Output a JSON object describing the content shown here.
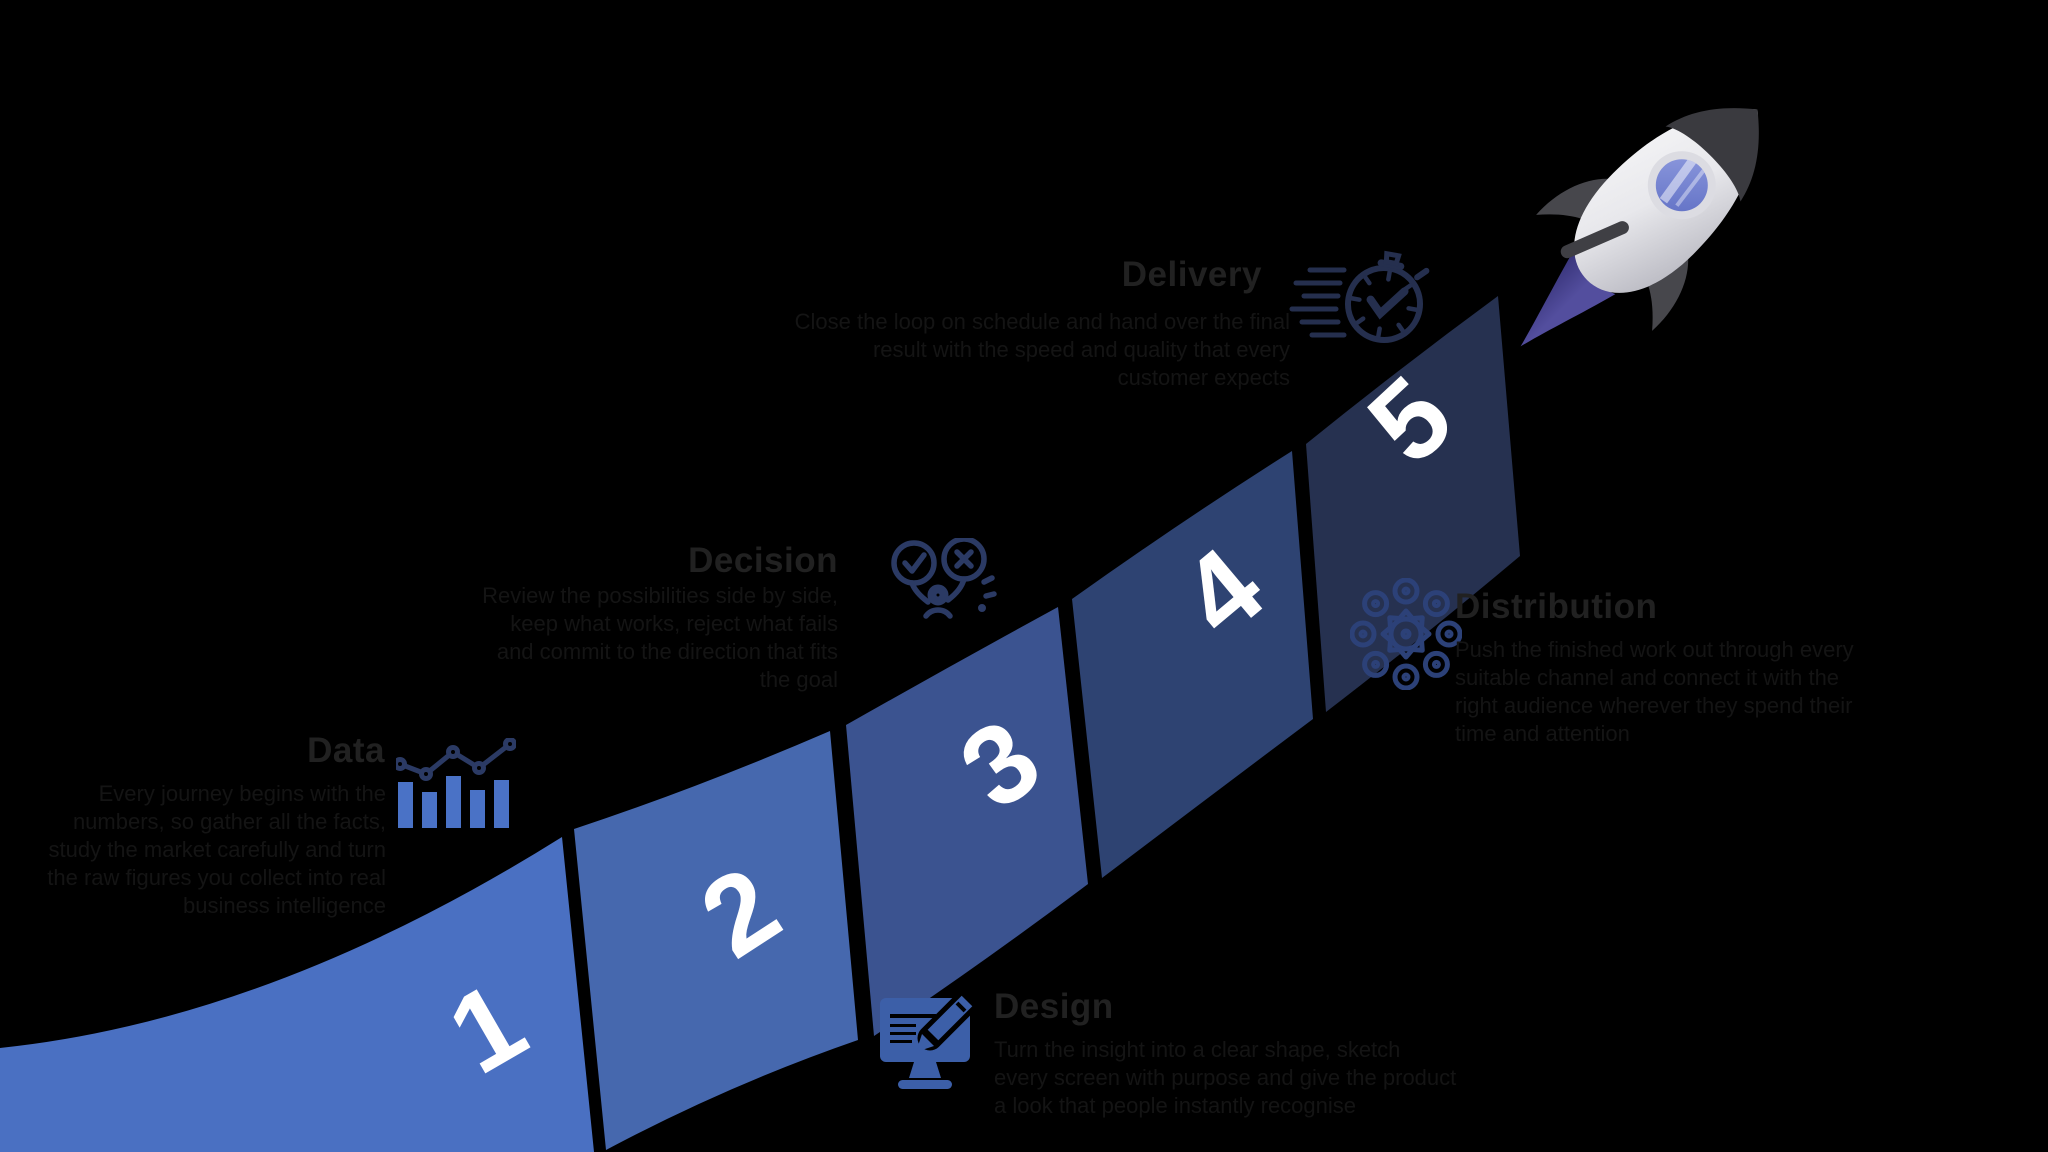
{
  "background": "#000000",
  "band": {
    "number_color": "#ffffff",
    "gap_color": "#000000"
  },
  "steps": [
    {
      "number": "1",
      "label": "Data",
      "description": "Every journey begins with the numbers, so gather all the facts, study the market carefully and turn the raw figures you collect into real business intelligence",
      "segment_color": "#4a70c2",
      "icon": "bar-chart-icon"
    },
    {
      "number": "2",
      "label": "Design",
      "description": "Turn the insight into a clear shape, sketch every screen with purpose and give the product a look that people instantly recognise",
      "segment_color": "#4668ae",
      "icon": "monitor-pencil-icon"
    },
    {
      "number": "3",
      "label": "Decision",
      "description": "Review the possibilities side by side, keep what works, reject what fails and commit to the direction that fits the goal",
      "segment_color": "#3b5390",
      "icon": "decision-check-cross-icon"
    },
    {
      "number": "4",
      "label": "Distribution",
      "description": "Push the finished work out through every suitable channel and connect it with the right audience wherever they spend their time and attention",
      "segment_color": "#2e4372",
      "icon": "distribution-network-icon"
    },
    {
      "number": "5",
      "label": "Delivery",
      "description": "Close the loop on schedule and hand over the final result with the speed and quality that every customer expects",
      "segment_color": "#263150",
      "icon": "fast-stopwatch-icon"
    }
  ],
  "icons": {
    "chart_bar_fill": "#4a72c6",
    "chart_line_stroke": "#2b3a64",
    "monitor_fill": "#3c5fa8",
    "decision_stroke": "#2b3a64",
    "network_stroke": "#2c4178",
    "stopwatch_stroke": "#252f4e"
  },
  "rocket": {
    "body_light": "#f7f7f8",
    "body_dark": "#bfbfc7",
    "nose": "#3a3a3f",
    "fin": "#47474c",
    "slash": "#3f3f44",
    "window_rim": "#dcdce2",
    "glass": "#5f6fc4",
    "glass_light": "#8e9ade",
    "flame": "#534e9e",
    "flame_dark": "#38347a"
  },
  "text_colors": {
    "title": "#212121",
    "body": "#141414"
  }
}
